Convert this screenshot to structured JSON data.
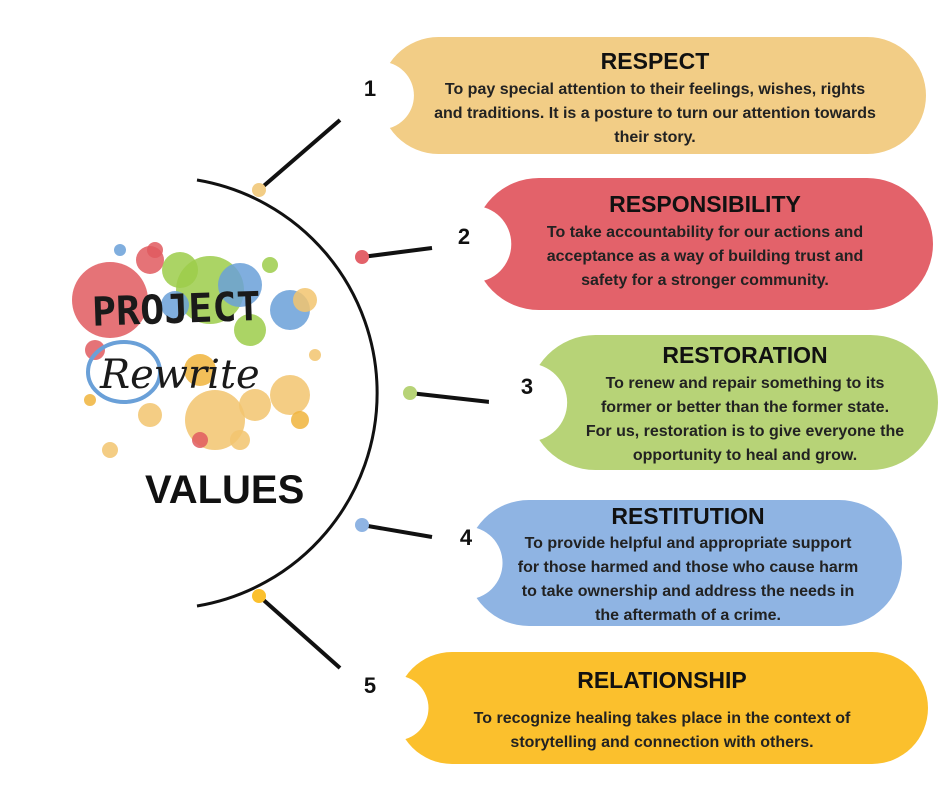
{
  "logo": {
    "line1": "PROJECT",
    "line2": "Rewrite",
    "splatter_colors": [
      "#e05a5f",
      "#9ccc4a",
      "#6aa0d8",
      "#f2c46e",
      "#f0b43c"
    ]
  },
  "heading": "VALUES",
  "items": [
    {
      "number": "1",
      "title": "RESPECT",
      "lines": [
        "To pay special attention to their feelings, wishes, rights",
        "and traditions. It is a posture to turn our attention towards",
        "their story."
      ],
      "color": "#f2cd86"
    },
    {
      "number": "2",
      "title": "RESPONSIBILITY",
      "lines": [
        "To take accountability for our actions and",
        "acceptance as a way of building trust and",
        "safety for a stronger community."
      ],
      "color": "#e3626a"
    },
    {
      "number": "3",
      "title": "RESTORATION",
      "lines": [
        "To renew and repair something to its",
        "former or better than the former state.",
        "For us, restoration is to give everyone the",
        "opportunity to heal and grow."
      ],
      "color": "#b7d377"
    },
    {
      "number": "4",
      "title": "RESTITUTION",
      "lines": [
        "To provide helpful and appropriate support",
        "for those harmed and those who cause harm",
        "to take ownership and address the needs in",
        "the aftermath of a crime."
      ],
      "color": "#8fb4e3"
    },
    {
      "number": "5",
      "title": "RELATIONSHIP",
      "lines": [
        "To recognize healing takes place in the context of",
        "storytelling and connection with others."
      ],
      "color": "#fbc02d"
    }
  ],
  "dot_colors": [
    "#f2cd86",
    "#e3626a",
    "#b7d377",
    "#8fb4e3",
    "#fbc02d"
  ]
}
